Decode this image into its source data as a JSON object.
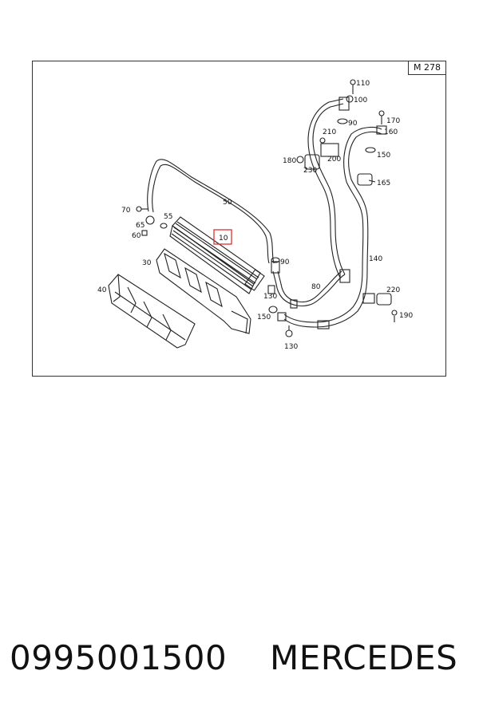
{
  "diagram": {
    "badge": "M 278",
    "highlight_color": "#e03030",
    "part_labels": [
      "110",
      "100",
      "90",
      "170",
      "160",
      "210",
      "150",
      "180",
      "200",
      "230",
      "165",
      "70",
      "65",
      "60",
      "55",
      "50",
      "10",
      "90",
      "30",
      "130",
      "80",
      "140",
      "220",
      "40",
      "150",
      "190",
      "130"
    ]
  },
  "caption": {
    "part_number": "0995001500",
    "brand": "MERCEDES"
  }
}
